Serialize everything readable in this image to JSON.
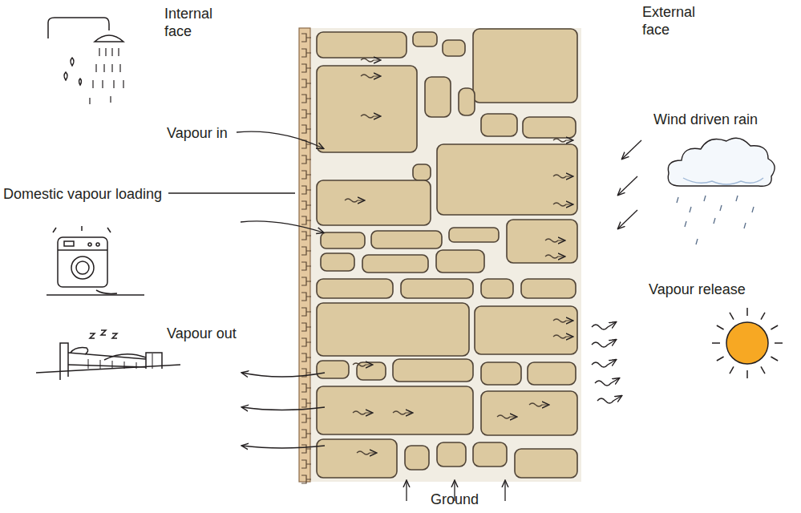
{
  "diagram": {
    "labels": [
      "Internal face",
      "Vapour in",
      "Domestic vapour loading",
      "Vapour out",
      "External face",
      "Wind driven rain",
      "Vapour release",
      "Ground"
    ]
  }
}
